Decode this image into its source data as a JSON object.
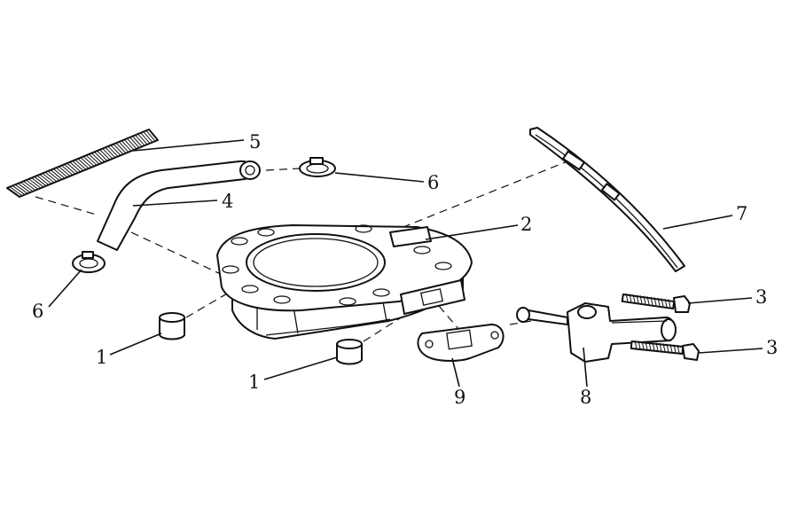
{
  "callouts": {
    "c1a": "1",
    "c1b": "1",
    "c2": "2",
    "c3a": "3",
    "c3b": "3",
    "c4": "4",
    "c5": "5",
    "c6a": "6",
    "c6b": "6",
    "c7": "7",
    "c8": "8",
    "c9": "9"
  },
  "colors": {
    "ink": "#111111",
    "paper": "#ffffff"
  }
}
